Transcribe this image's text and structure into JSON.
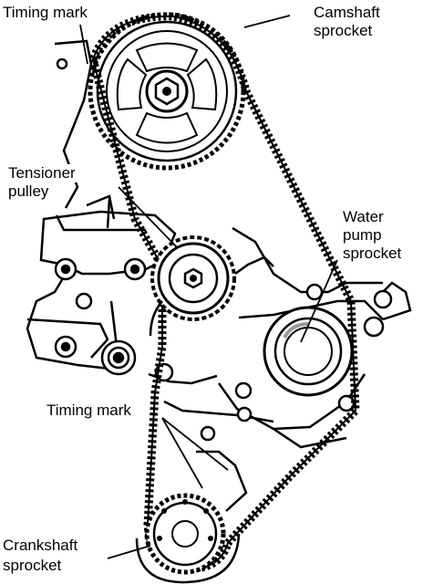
{
  "labels": {
    "timing_mark_top": "Timing mark",
    "camshaft_line1": "Camshaft",
    "camshaft_line2": "sprocket",
    "tensioner_line1": "Tensioner",
    "tensioner_line2": "pulley",
    "water_line1": "Water",
    "water_line2": "pump",
    "water_line3": "sprocket",
    "timing_mark_bottom": "Timing mark",
    "crankshaft_line1": "Crankshaft",
    "crankshaft_line2": "sprocket"
  },
  "colors": {
    "ink": "#000000",
    "paper": "#ffffff",
    "shade": "#9a9a9a"
  }
}
